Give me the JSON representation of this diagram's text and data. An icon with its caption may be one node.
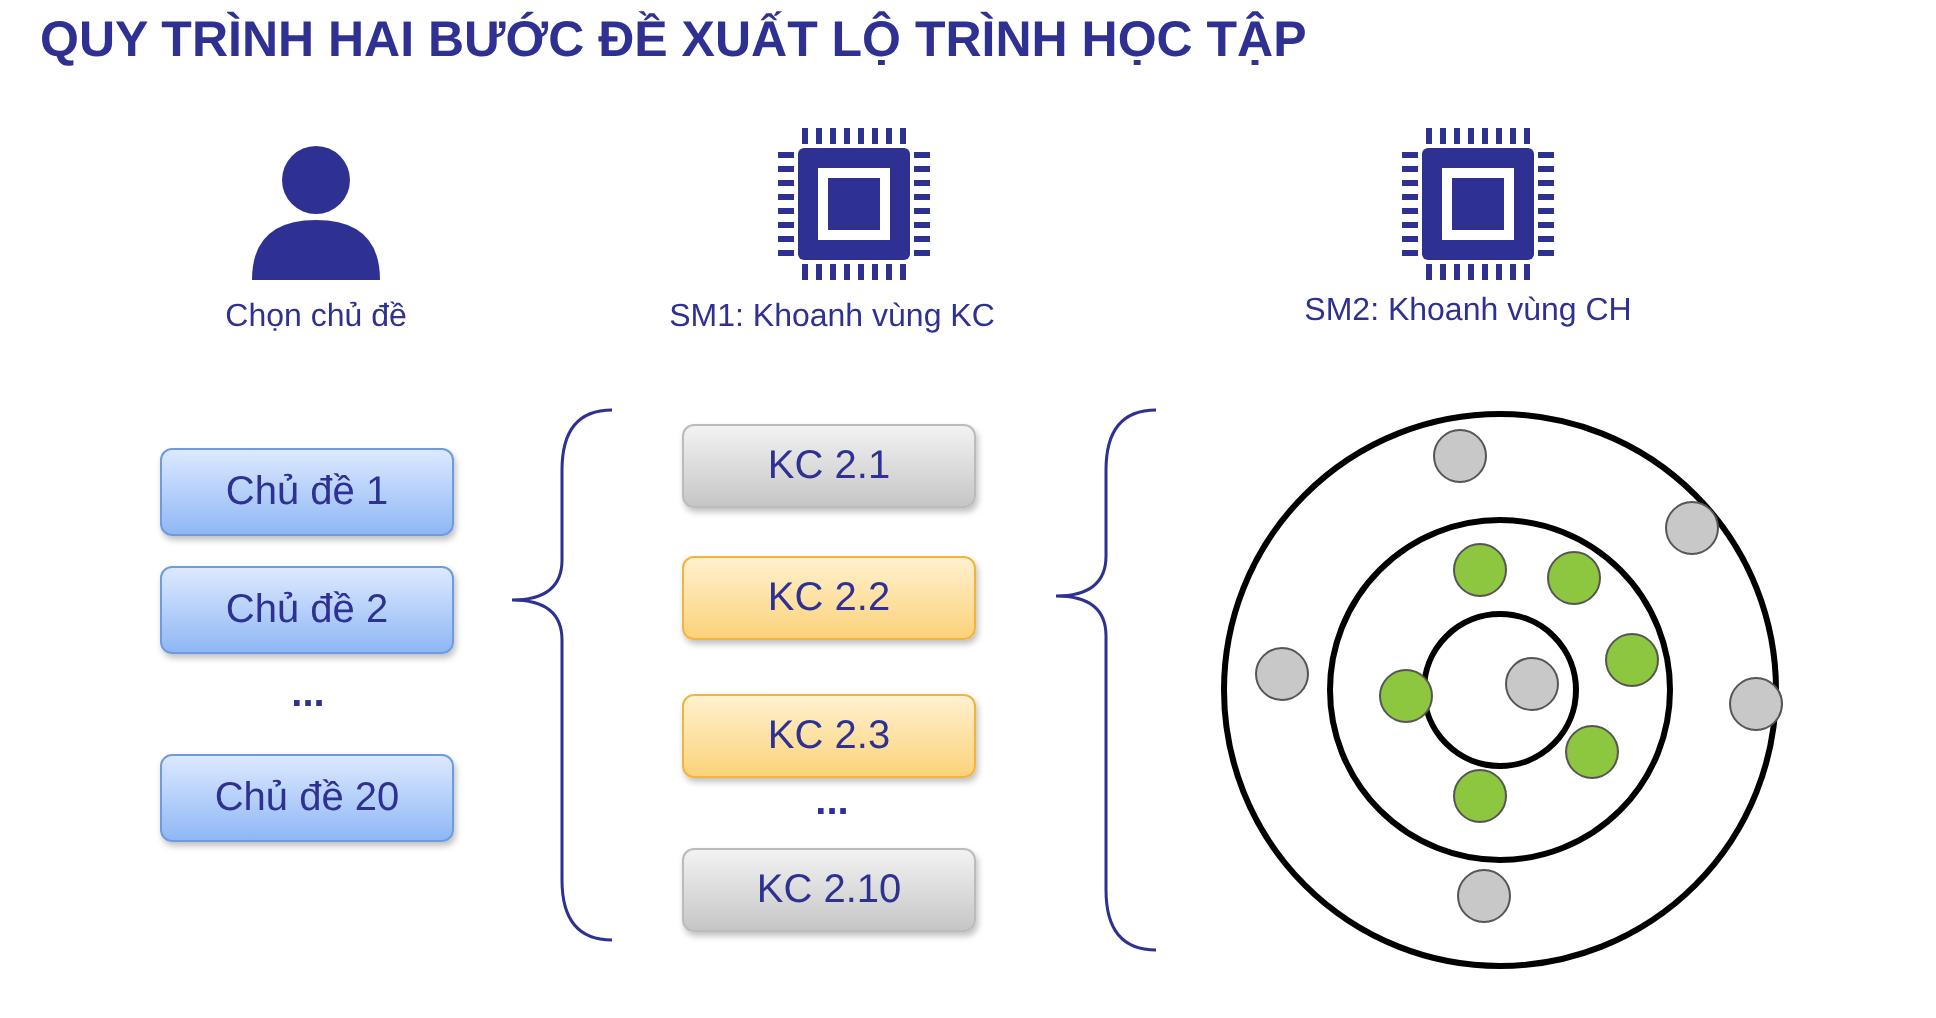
{
  "diagram": {
    "title": "QUY TRÌNH HAI BƯỚC ĐỀ XUẤT LỘ TRÌNH HỌC TẬP",
    "nodes": [
      {
        "text": [
          "Chủ đề 1"
        ]
      },
      {
        "text": [
          "Chủ đề 2"
        ]
      },
      {
        "text": [
          "Chủ đề 20"
        ]
      },
      {
        "text": [
          "KC 2.1"
        ]
      },
      {
        "text": [
          "KC 2.2"
        ]
      },
      {
        "text": [
          "KC 2.3"
        ]
      },
      {
        "text": [
          "KC 2.10"
        ]
      }
    ],
    "edges": [],
    "labels": [
      "Chọn chủ đề",
      "SM1: Khoanh vùng KC",
      "SM2: Khoanh vùng CH",
      "...",
      "..."
    ]
  }
}
